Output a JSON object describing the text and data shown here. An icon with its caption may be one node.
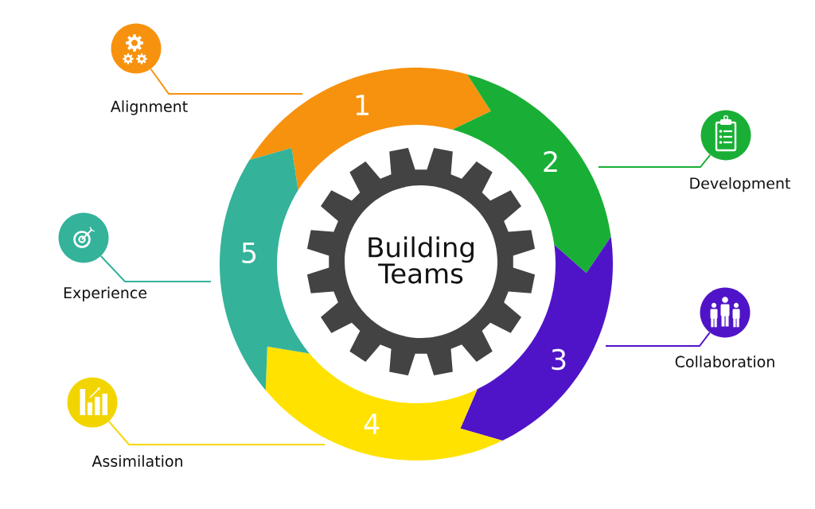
{
  "diagram": {
    "nodes": [
      {
        "text": [
          "Building Teams"
        ]
      },
      {
        "text": [
          "1"
        ]
      },
      {
        "text": [
          "2"
        ]
      },
      {
        "text": [
          "3"
        ]
      },
      {
        "text": [
          "4"
        ]
      },
      {
        "text": [
          "5"
        ]
      },
      {
        "text": [
          "Alignment"
        ]
      },
      {
        "text": [
          "Development"
        ]
      },
      {
        "text": [
          "Collaboration"
        ]
      },
      {
        "text": [
          "Assimilation"
        ]
      },
      {
        "text": [
          "Experience"
        ]
      }
    ],
    "edges": [
      {
        "from": 6,
        "to": 1,
        "arrow": "none",
        "color": "#f7920f"
      },
      {
        "from": 7,
        "to": 2,
        "arrow": "none",
        "color": "#19af36"
      },
      {
        "from": 8,
        "to": 3,
        "arrow": "none",
        "color": "#5014c8"
      },
      {
        "from": 9,
        "to": 4,
        "arrow": "none",
        "color": "#f5d800"
      },
      {
        "from": 10,
        "to": 5,
        "arrow": "none",
        "color": "#34b29a"
      }
    ]
  }
}
